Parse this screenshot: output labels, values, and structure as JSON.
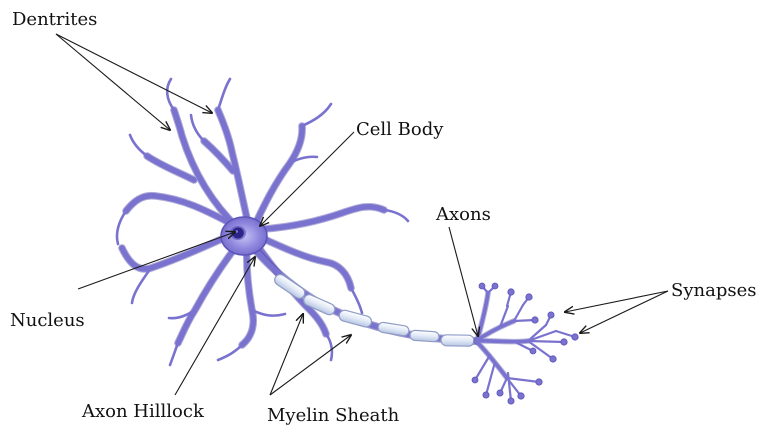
{
  "diagram": {
    "labels": {
      "dentrites": "Dentrites",
      "cell_body": "Cell Body",
      "axons": "Axons",
      "synapses": "Synapses",
      "nucleus": "Nucleus",
      "axon_hillock": "Axon Hilllock",
      "myelin_sheath": "Myelin Sheath"
    },
    "colors": {
      "neuron": "#7a72cf",
      "neuron_outline": "#4d45a8",
      "myelin": "#dde7f5",
      "myelin_outline": "#8e9cc6",
      "nucleus": "#2d248a",
      "leader_lines": "#1a1a1a",
      "text": "#111111"
    }
  }
}
